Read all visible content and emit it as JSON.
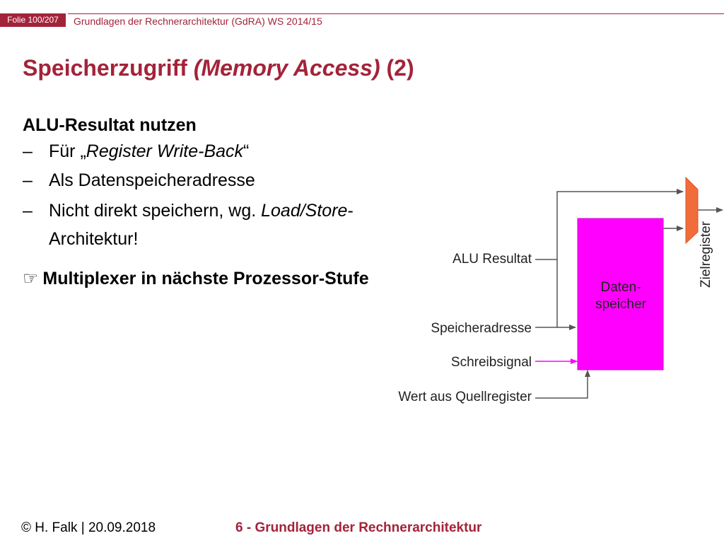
{
  "header": {
    "folio": "Folie 100/207",
    "course": "Grundlagen der Rechnerarchitektur (GdRA) WS 2014/15"
  },
  "title": {
    "main": "Speicherzugriff ",
    "italic": "(Memory Access)",
    "suffix": " (2)"
  },
  "content": {
    "subhead": "ALU-Resultat nutzen",
    "bullets": [
      {
        "dash": "–",
        "pre": "Für „",
        "italic": "Register Write-Back",
        "post": "“"
      },
      {
        "dash": "–",
        "text": "Als Datenspeicheradresse"
      },
      {
        "dash": "–",
        "pre": "Nicht direkt speichern, wg. ",
        "italic": "Load/Store",
        "post": "-",
        "cont": "Architektur!"
      }
    ],
    "conclusion_icon": "pointing-hand-icon",
    "conclusion": "Multiplexer in nächste Prozessor-Stufe"
  },
  "diagram": {
    "memory_label_line1": "Daten-",
    "memory_label_line2": "speicher",
    "inputs": {
      "alu_result": "ALU Resultat",
      "address": "Speicheradresse",
      "write_signal": "Schreibsignal",
      "source_value": "Wert aus Quellregister"
    },
    "output": "Zielregister",
    "colors": {
      "memory_fill": "#ff00ff",
      "mux_fill": "#f26b3a",
      "write_signal_line": "#ff00ff",
      "wire": "#555555"
    }
  },
  "footer": {
    "author": "© H. Falk | 20.09.2018",
    "chapter": "6 - Grundlagen der Rechnerarchitektur"
  }
}
